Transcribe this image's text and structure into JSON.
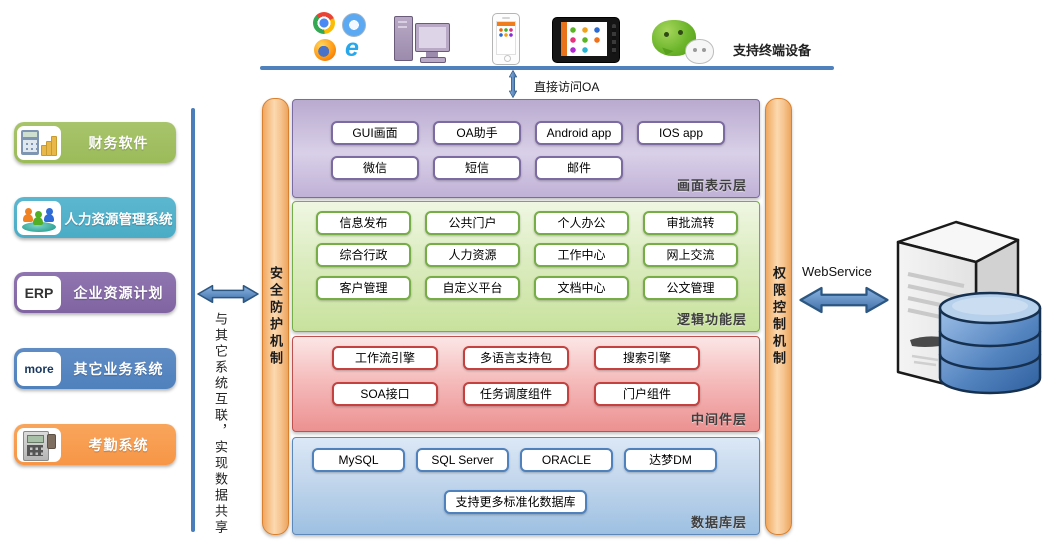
{
  "terminal_bar": {
    "devices_label": "支持终端设备",
    "access_label": "直接访问OA",
    "icons": [
      "chrome",
      "safari",
      "firefox",
      "internet-explorer",
      "desktop-pc",
      "smartphone",
      "tablet",
      "wechat"
    ]
  },
  "external_systems": {
    "note": "与其它系统互联，实现数据共享",
    "items": [
      {
        "label": "财务软件",
        "color": "#9bbb59",
        "icon": "finance-calculator-icon"
      },
      {
        "label": "人力资源管理系统",
        "color": "#4bacc6",
        "icon": "hr-people-icon"
      },
      {
        "label": "企业资源计划",
        "color": "#8064a2",
        "icon_text": "ERP"
      },
      {
        "label": "其它业务系统",
        "color": "#4f81bd",
        "icon_text": "more"
      },
      {
        "label": "考勤系统",
        "color": "#f79646",
        "icon": "attendance-machine-icon"
      }
    ]
  },
  "barriers": {
    "left": "安全防护机制",
    "right": "权限控制机制"
  },
  "webservice_label": "WebService",
  "layers": [
    {
      "name": "画面表示层",
      "items": [
        "GUI画面",
        "OA助手",
        "Android app",
        "IOS app",
        "微信",
        "短信",
        "邮件"
      ]
    },
    {
      "name": "逻辑功能层",
      "items": [
        "信息发布",
        "公共门户",
        "个人办公",
        "审批流转",
        "综合行政",
        "人力资源",
        "工作中心",
        "网上交流",
        "客户管理",
        "自定义平台",
        "文档中心",
        "公文管理"
      ]
    },
    {
      "name": "中间件层",
      "items": [
        "工作流引擎",
        "多语言支持包",
        "搜索引擎",
        "SOA接口",
        "任务调度组件",
        "门户组件"
      ]
    },
    {
      "name": "数据库层",
      "items": [
        "MySQL",
        "SQL Server",
        "ORACLE",
        "达梦DM"
      ],
      "footer": "支持更多标准化数据库"
    }
  ],
  "colors": {
    "accent_blue": "#4f81bd",
    "barrier_orange": "#f8c291",
    "layer_purple": "#b3a2c7",
    "layer_green": "#d7e4bc",
    "layer_red": "#f2a9a9",
    "layer_blue": "#b8cce4"
  }
}
